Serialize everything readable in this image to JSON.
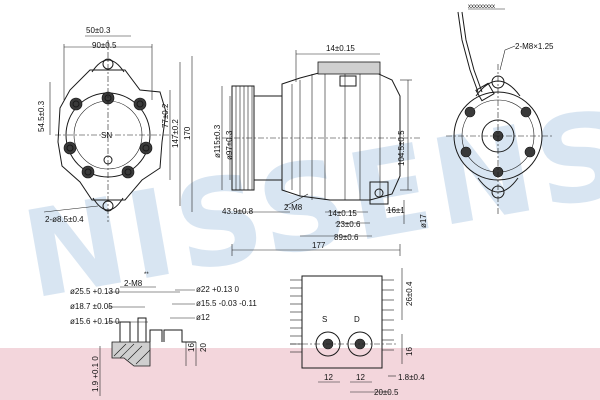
{
  "watermark": {
    "text": "NISSENS",
    "color": "#b8cfe8"
  },
  "colors": {
    "background": "#ffffff",
    "band": "#f3d6dc",
    "line": "#1a1a1a"
  },
  "front_view": {
    "dim_width_small": "50±0.3",
    "dim_width_large": "90±0.5",
    "dim_left_vertical": "54.5±0.3",
    "dim_right_inner": "77±0.2",
    "dim_right_mid": "147±0.2",
    "dim_right_outer": "170",
    "center_mark": "SN",
    "bolt_holes": "2-ø8.5±0.4"
  },
  "side_view": {
    "dim_top": "14±0.15",
    "dim_pulley_outer": "ø115±0.3",
    "dim_pulley_inner": "ø97±0.3",
    "dim_right_height": "104.5±0.5",
    "thread": "2-M8",
    "dim_left_offset": "43.9±0.8",
    "dim_mid_a": "14±0.15",
    "dim_mid_b": "23±0.6",
    "dim_mid_c": "89±0.6",
    "dim_small_a": "16±1",
    "dim_diam_right": "ø17",
    "dim_total": "177"
  },
  "rear_view": {
    "port_label": "2-M8×1.25",
    "small_note": "xxxxxxxxx"
  },
  "port_detail": {
    "d1": "ø25.5 +0.13 0",
    "thread": "2-M8",
    "d2": "ø22 +0.13 0",
    "d3": "ø18.7 ±0.05",
    "d4": "ø15.5 -0.03 -0.11",
    "d5": "ø15.6 +0.15 0",
    "d6": "ø12",
    "h1": "16",
    "h2": "20",
    "h3": "1.9 +0.1 0",
    "note": "**"
  },
  "bottom_view": {
    "dim_top_right": "26±0.4",
    "dim_height_right": "16",
    "d_bottom_a": "12",
    "d_bottom_b": "12",
    "d_bottom_c": "20±0.5",
    "d_right_small": "1.8±0.4",
    "port_s": "S",
    "port_d": "D"
  }
}
